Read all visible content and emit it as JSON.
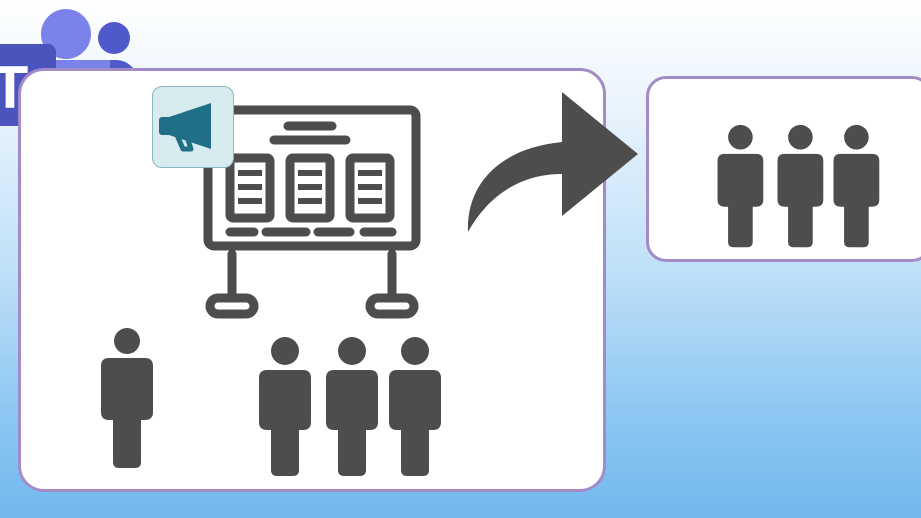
{
  "teams_logo": {
    "letter": "T",
    "colors": {
      "tile": "#4b53bc",
      "people_dark": "#5059c9",
      "people_light": "#7b83eb"
    }
  },
  "icons": {
    "megaphone_badge": "megaphone-icon",
    "board": "presentation-board-icon",
    "arrow": "curved-arrow-icon",
    "person": "person-icon"
  },
  "groups": {
    "presenter_count": 1,
    "local_audience_count": 3,
    "remote_audience_count": 3
  },
  "colors": {
    "icon_gray": "#4d4d4d",
    "panel_border": "#a28bc8",
    "badge_fill": "#d6ecef",
    "badge_icon": "#1f6f86"
  }
}
